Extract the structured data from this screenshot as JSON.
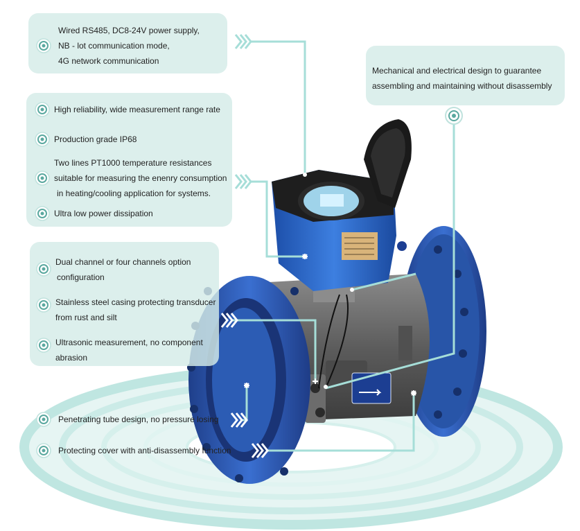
{
  "features": {
    "communication": [
      "Wired RS485, DC8-24V power supply,",
      "NB - lot communication mode,",
      "4G network communication"
    ],
    "mechanical": [
      "Mechanical and electrical design to guarantee",
      "assembling and maintaining without disassembly"
    ],
    "reliability": "High reliability, wide measurement range rate",
    "production_grade": "Production grade IP68",
    "pt1000": [
      "Two lines PT1000 temperature resistances",
      "suitable for measuring the enenry consumption",
      "in heating/cooling application for systems."
    ],
    "low_power": "Ultra low power dissipation",
    "channels": [
      "Dual channel or four channels option",
      "configuration"
    ],
    "casing": [
      "Stainless steel casing protecting transducer",
      "from rust and silt"
    ],
    "ultrasonic": [
      "Ultrasonic measurement, no component",
      "abrasion"
    ],
    "penetrating": "Penetrating tube design, no pressure losing",
    "cover": "Protecting cover with anti-disassembly function"
  },
  "colors": {
    "panel": "#d4ece8",
    "line": "#9fdcd6",
    "bullet": "#5aa89f",
    "flange": "#2f5fb8",
    "body": "#5a5a5a",
    "head": "#2a64c8"
  },
  "icons": {
    "bullet": "ring-dot-icon",
    "chevron": "triple-chevron-icon",
    "marker": "asterisk-icon"
  }
}
